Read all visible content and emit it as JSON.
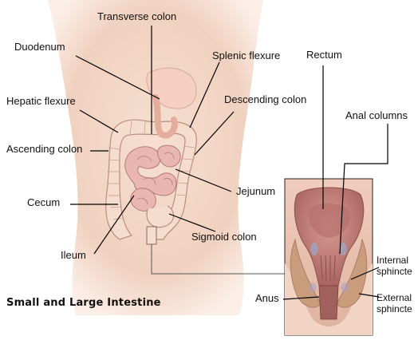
{
  "title": "Small and Large Intestine",
  "labels": {
    "transverse_colon": "Transverse colon",
    "duodenum": "Duodenum",
    "splenic_flexure": "Splenic flexure",
    "rectum": "Rectum",
    "hepatic_flexure": "Hepatic flexure",
    "descending_colon": "Descending colon",
    "anal_columns": "Anal columns",
    "ascending_colon": "Ascending colon",
    "jejunum": "Jejunum",
    "cecum": "Cecum",
    "sigmoid_colon": "Sigmoid colon",
    "ileum": "Ileum",
    "internal_sphincter": "Internal\nsphincte",
    "external_sphincter": "External\nsphincte",
    "anus": "Anus"
  },
  "colors": {
    "skin": "#f3d6c6",
    "colon": "#f6dccd",
    "colon_outline": "#b88e7d",
    "small_intestine": "#e9b7b0",
    "inset_background": "#e9c4b3",
    "rectum_tissue": "#c27f78",
    "sphincter_muscle": "#c99c7c"
  }
}
